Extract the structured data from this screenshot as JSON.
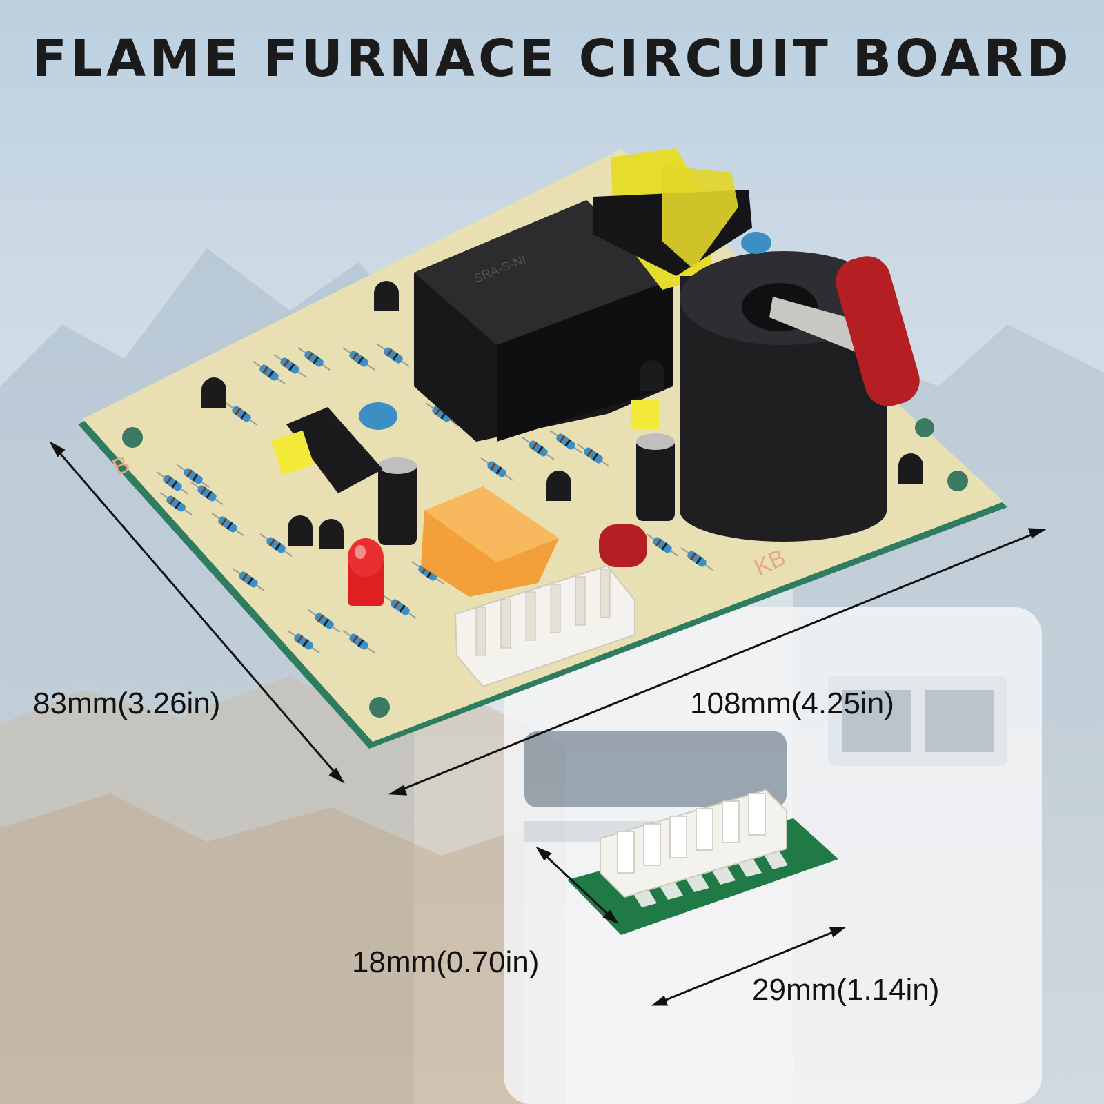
{
  "title": "FLAME FURNACE CIRCUIT BOARD",
  "dimensions": {
    "board_depth": "83mm(3.26in)",
    "board_width": "108mm(4.25in)",
    "connector_depth": "18mm(0.70in)",
    "connector_width": "29mm(1.14in)"
  },
  "colors": {
    "board": "#e8e0b2",
    "relay_black": "#1d1d1f",
    "relay_orange": "#f3a03a",
    "transformer_yellow": "#e6dc2e",
    "capacitor_red": "#b51f24",
    "led_red": "#e02020",
    "connector_white": "#f4f2ec",
    "pcb_green": "#1f7a46",
    "resistor_blue": "#3c8fc4"
  }
}
